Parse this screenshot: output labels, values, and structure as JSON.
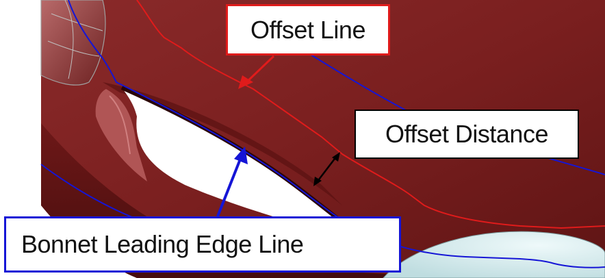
{
  "callouts": {
    "offset_line": "Offset Line",
    "offset_distance": "Offset Distance",
    "bonnet_leading_edge_line": "Bonnet Leading Edge Line"
  },
  "colors": {
    "offset_line": "#e01b1b",
    "bonnet_leading_edge_line": "#1515d6",
    "surface": "#7a1e1e",
    "surface_shadow": "#3a0808",
    "surface_highlight": "#9a3a3a",
    "headlamp": "#d7eef0"
  }
}
